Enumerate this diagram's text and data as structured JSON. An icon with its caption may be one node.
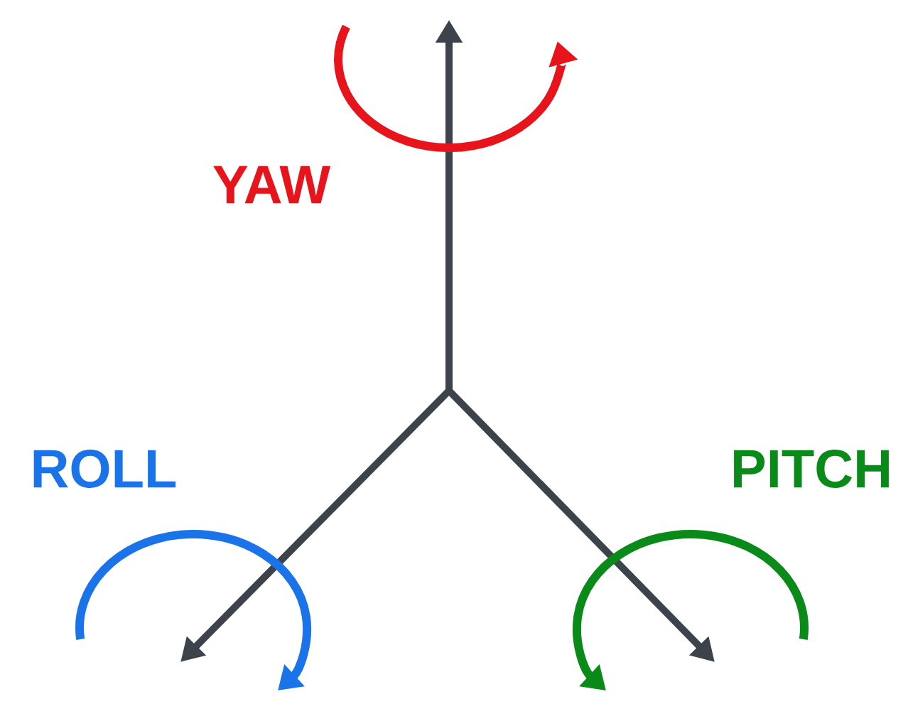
{
  "diagram": {
    "labels": [
      "YAW",
      "ROLL",
      "PITCH"
    ]
  }
}
